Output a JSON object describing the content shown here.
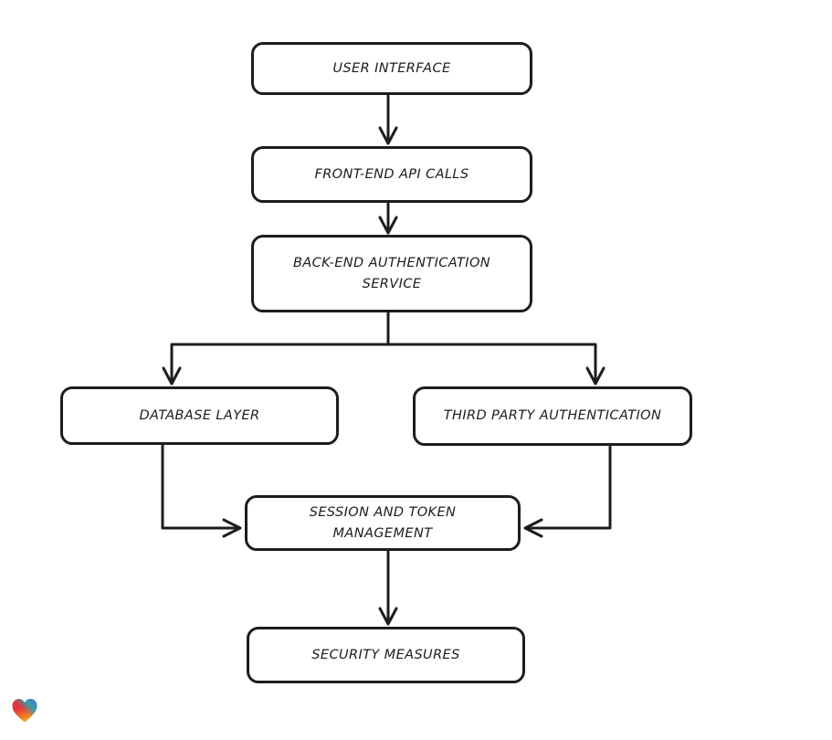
{
  "colors": {
    "background": "#ffffff",
    "stroke": "#1d1d1d",
    "node-fill": "#ffffff",
    "heart-red": "#e6333b",
    "heart-orange": "#f7a21f",
    "heart-blue": "#3e7bd6",
    "heart-teal": "#21a8b0"
  },
  "diagram": {
    "type": "flowchart",
    "nodes": [
      {
        "id": "user-interface",
        "label": "USER INTERFACE",
        "lines": [
          "USER INTERFACE"
        ]
      },
      {
        "id": "front-end-api-calls",
        "label": "FRONT-END API CALLS",
        "lines": [
          "FRONT-END API CALLS"
        ]
      },
      {
        "id": "back-end-authentication-service",
        "label": "BACK-END AUTHENTICATION SERVICE",
        "lines": [
          "BACK-END AUTHENTICATION",
          "SERVICE"
        ]
      },
      {
        "id": "database-layer",
        "label": "DATABASE LAYER",
        "lines": [
          "DATABASE LAYER"
        ]
      },
      {
        "id": "third-party-authentication",
        "label": "THIRD PARTY AUTHENTICATION",
        "lines": [
          "THIRD PARTY AUTHENTICATION"
        ]
      },
      {
        "id": "session-and-token-management",
        "label": "SESSION AND TOKEN MANAGEMENT",
        "lines": [
          "SESSION AND TOKEN",
          "MANAGEMENT"
        ]
      },
      {
        "id": "security-measures",
        "label": "SECURITY MEASURES",
        "lines": [
          "SECURITY MEASURES"
        ]
      }
    ],
    "edges": [
      {
        "from": "user-interface",
        "to": "front-end-api-calls"
      },
      {
        "from": "front-end-api-calls",
        "to": "back-end-authentication-service"
      },
      {
        "from": "back-end-authentication-service",
        "to": "database-layer"
      },
      {
        "from": "back-end-authentication-service",
        "to": "third-party-authentication"
      },
      {
        "from": "database-layer",
        "to": "session-and-token-management"
      },
      {
        "from": "third-party-authentication",
        "to": "session-and-token-management"
      },
      {
        "from": "session-and-token-management",
        "to": "security-measures"
      }
    ],
    "logo": {
      "name": "heart-logo"
    }
  }
}
